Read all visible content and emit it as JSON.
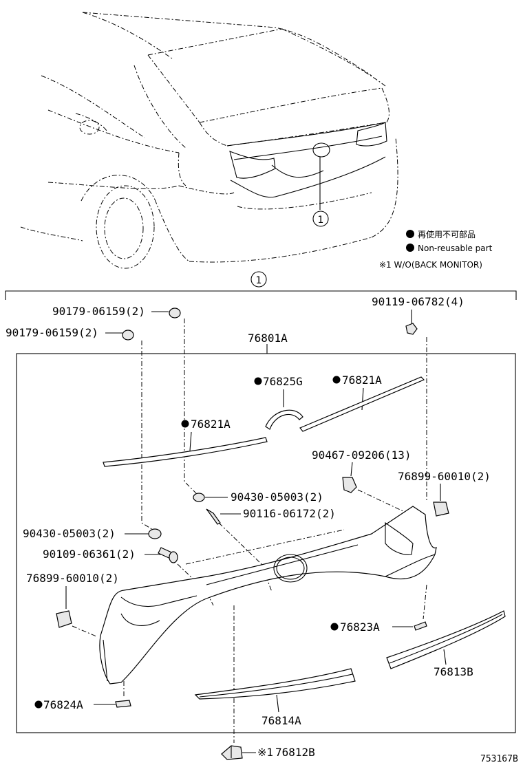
{
  "legend": {
    "line1": "再使用不可部品",
    "line2": "Non-reusable part",
    "note": "※1 W/O(BACK MONITOR)"
  },
  "callouts": {
    "top_marker": "①",
    "bracket_marker": "①"
  },
  "parts": {
    "p90179_a": "90179-06159(2)",
    "p90179_b": "90179-06159(2)",
    "p90119": "90119-06782(4)",
    "p76801A": "76801A",
    "p76825G": "76825G",
    "p76821A_top": "76821A",
    "p76821A_left": "76821A",
    "p90467": "90467-09206(13)",
    "p76899_right": "76899-60010(2)",
    "p90430_a": "90430-05003(2)",
    "p90116": "90116-06172(2)",
    "p90430_b": "90430-05003(2)",
    "p90109": "90109-06361(2)",
    "p76899_left": "76899-60010(2)",
    "p76823A": "76823A",
    "p76813B": "76813B",
    "p76824A": "76824A",
    "p76814A": "76814A",
    "p76812B": "76812B",
    "p76812B_prefix": "※1"
  },
  "drawing_number": "753167B",
  "colors": {
    "ink": "#000000",
    "paper": "#ffffff"
  }
}
